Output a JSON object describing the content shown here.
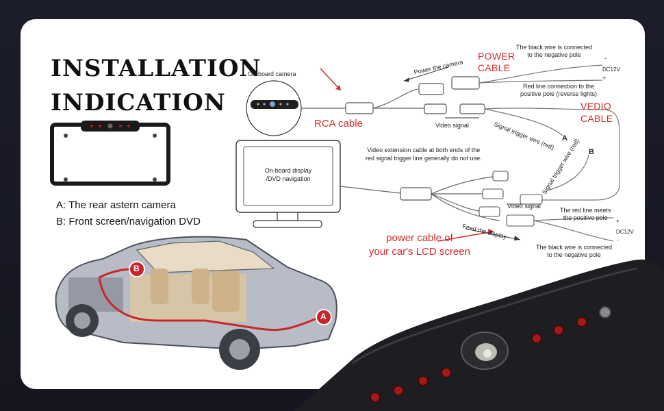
{
  "title": {
    "line1": "INSTALLATION",
    "line2": "INDICATION"
  },
  "legend": {
    "a": "A: The rear astern camera",
    "b": "B: Front screen/navigation DVD"
  },
  "diagram": {
    "onboard_camera": "On-board camera",
    "rca_cable": "RCA cable",
    "power_the_camera": "Power the camera",
    "power_cable": [
      "POWER",
      "CABLE"
    ],
    "black_wire_top": [
      "The black wire is connected",
      "to the negative pole"
    ],
    "dc12v_top": "DC12V",
    "minus": "-",
    "plus": "+",
    "red_line_reverse": [
      "Red line connection to the",
      "positive pole (reverse lights)"
    ],
    "vedio_cable": [
      "VEDIO",
      "CABLE"
    ],
    "video_signal_top": "Video signal",
    "signal_trigger_a": "Signal trigger wire (red)",
    "marker_a": "A",
    "signal_trigger_b": "Signal trigger wire (red)",
    "marker_b": "B",
    "extension_note": [
      "Video extension cable at both ends of the",
      "red signal trigger line generally do not use."
    ],
    "display_label": [
      "On-board display",
      "/DVD navigation"
    ],
    "video_signal_bottom": "Video signal",
    "red_line_meets": [
      "The red line meets",
      "the positive pole"
    ],
    "dc12v_bottom": "DC12V",
    "feed_the_display": "Feed the display",
    "black_wire_bottom": [
      "The black wire is connected",
      "to the negative pole"
    ],
    "lcd_power_cable": [
      "power cable of",
      "your car's LCD screen"
    ]
  },
  "car": {
    "marker_b": "B",
    "marker_a": "A"
  },
  "colors": {
    "accent_red": "#d62a2a",
    "panel": "#ffffff",
    "background": "#1a1b27"
  },
  "icons": [
    "license-plate-frame-icon",
    "camera-icon",
    "monitor-icon",
    "car-cutaway-icon",
    "camera-bar-icon"
  ]
}
